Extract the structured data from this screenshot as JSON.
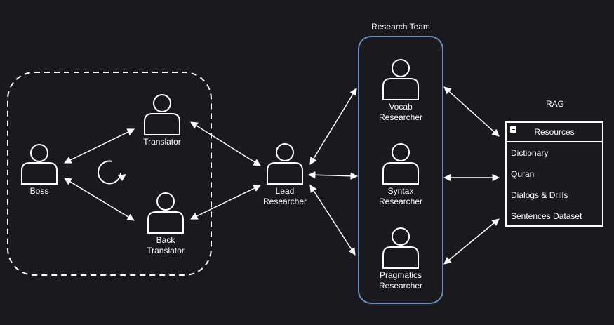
{
  "labels": {
    "boss": "Boss",
    "translator": "Translator",
    "back_translator_l1": "Back",
    "back_translator_l2": "Translator",
    "lead_l1": "Lead",
    "lead_l2": "Researcher",
    "research_team": "Research Team",
    "vocab_l1": "Vocab",
    "vocab_l2": "Researcher",
    "syntax_l1": "Syntax",
    "syntax_l2": "Researcher",
    "pragmatics_l1": "Pragmatics",
    "pragmatics_l2": "Researcher",
    "rag": "RAG"
  },
  "resources": {
    "title": "Resources",
    "items": [
      "Dictionary",
      "Quran",
      "Dialogs & Drills",
      "Sentences Dataset"
    ]
  },
  "colors": {
    "background": "#1a1a1e",
    "stroke": "#ffffff",
    "team_border": "#6c8ebf"
  }
}
